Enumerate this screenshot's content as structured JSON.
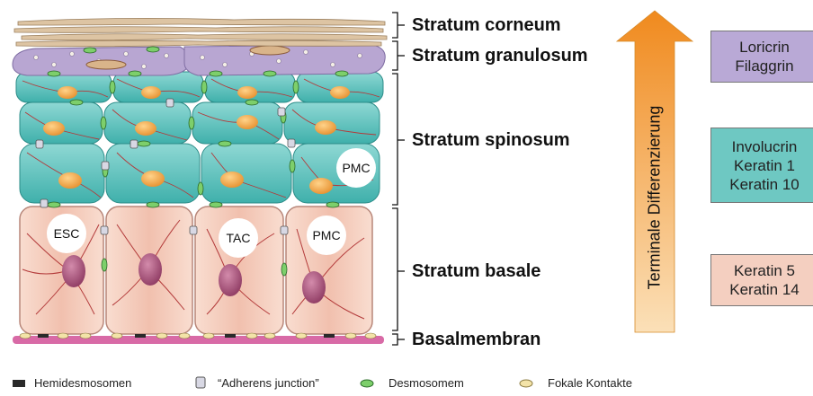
{
  "layers": {
    "corneum": "Stratum corneum",
    "granulosum": "Stratum granulosum",
    "spinosum": "Stratum spinosum",
    "basale": "Stratum basale",
    "basalmembran": "Basalmembran"
  },
  "arrow_label": "Terminale Differenzierung",
  "markers": {
    "granulosum": [
      "Loricrin",
      "Filaggrin"
    ],
    "spinosum": [
      "Involucrin",
      "Keratin 1",
      "Keratin 10"
    ],
    "basale": [
      "Keratin 5",
      "Keratin 14"
    ]
  },
  "cell_labels": {
    "esc": "ESC",
    "tac": "TAC",
    "pmc_basal": "PMC",
    "pmc_spinous": "PMC"
  },
  "legend": {
    "hemidesmosomen": "Hemidesmosomen",
    "adherens": "“Adherens junction”",
    "desmosomem": "Desmosomem",
    "fokale": "Fokale Kontakte"
  },
  "colors": {
    "corneum": "#ddc4a3",
    "granulosum": "#b8a6d2",
    "spinosum": "#55c0bc",
    "basale": "#f3c8b8",
    "basalmembran": "#d86aa6",
    "nucleus": "#f2a54a",
    "basal_nucleus": "#a04d74",
    "arrow": "#f4a544",
    "marker_granulosum": "#b9a9d6",
    "marker_spinosum": "#6ec8c2",
    "marker_basale": "#f4cfc0"
  }
}
